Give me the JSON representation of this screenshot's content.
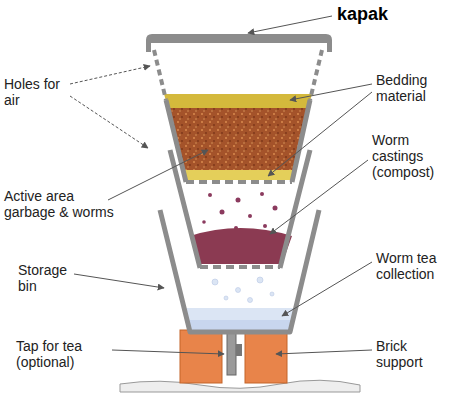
{
  "diagram": {
    "labels": [
      "kapak",
      "Holes for air",
      "Bedding material",
      "Active area garbage & worms",
      "Worm castings (compost)",
      "Storage bin",
      "Worm tea collection",
      "Tap for tea (optional)",
      "Brick support"
    ]
  }
}
